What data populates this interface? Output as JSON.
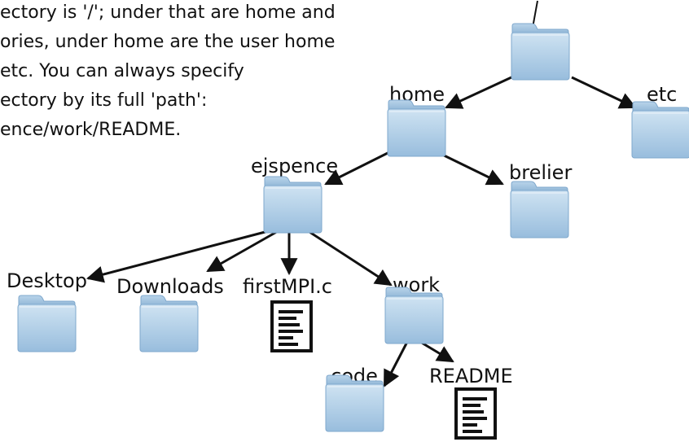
{
  "explanation": {
    "lines": [
      "ectory is '/'; under that are home and",
      "ories, under home are the user home",
      "etc.  You can always specify",
      "ectory by its full 'path':",
      "ence/work/README."
    ]
  },
  "tree": {
    "root": "/",
    "home": "home",
    "etc": "etc",
    "ejspence": "ejspence",
    "brelier": "brelier",
    "desktop": "Desktop",
    "downloads": "Downloads",
    "firstmpi": "firstMPI.c",
    "work": "work",
    "code": "code",
    "readme": "README"
  },
  "colors": {
    "folder_light": "#c6dcee",
    "folder_mid": "#a5c6e2",
    "folder_dark": "#7fa8cd",
    "ink": "#111111"
  }
}
